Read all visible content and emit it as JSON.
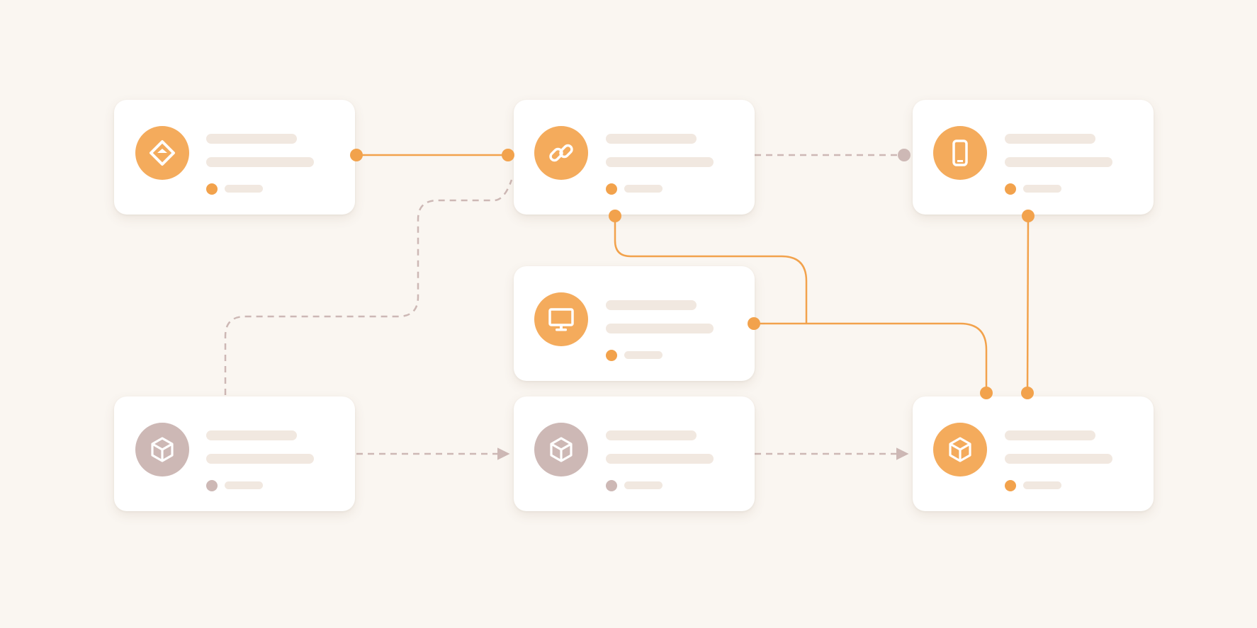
{
  "colors": {
    "background": "#faf6f1",
    "card": "#ffffff",
    "accent": "#f2a24c",
    "accent_icon_bg": "#f4ab5c",
    "muted": "#cdb8b5",
    "placeholder_bar": "#f1e8e0",
    "dashed_line": "#cdb8b5"
  },
  "nodes": [
    {
      "id": "n1",
      "icon": "diamond-icon",
      "state": "active"
    },
    {
      "id": "n2",
      "icon": "link-icon",
      "state": "active"
    },
    {
      "id": "n3",
      "icon": "mobile-icon",
      "state": "active"
    },
    {
      "id": "n4",
      "icon": "monitor-icon",
      "state": "active"
    },
    {
      "id": "n5",
      "icon": "cube-icon",
      "state": "muted"
    },
    {
      "id": "n6",
      "icon": "cube-icon",
      "state": "muted"
    },
    {
      "id": "n7",
      "icon": "cube-icon",
      "state": "active"
    }
  ],
  "edges": [
    {
      "from": "n1",
      "to": "n2",
      "style": "solid"
    },
    {
      "from": "n2",
      "to": "n3",
      "style": "dashed"
    },
    {
      "from": "n5",
      "to": "n2",
      "style": "dashed"
    },
    {
      "from": "n2",
      "to": "n7",
      "style": "solid"
    },
    {
      "from": "n4",
      "to": "n7",
      "style": "solid"
    },
    {
      "from": "n3",
      "to": "n7",
      "style": "solid"
    },
    {
      "from": "n5",
      "to": "n6",
      "style": "dashed-arrow"
    },
    {
      "from": "n6",
      "to": "n7",
      "style": "dashed-arrow"
    }
  ]
}
